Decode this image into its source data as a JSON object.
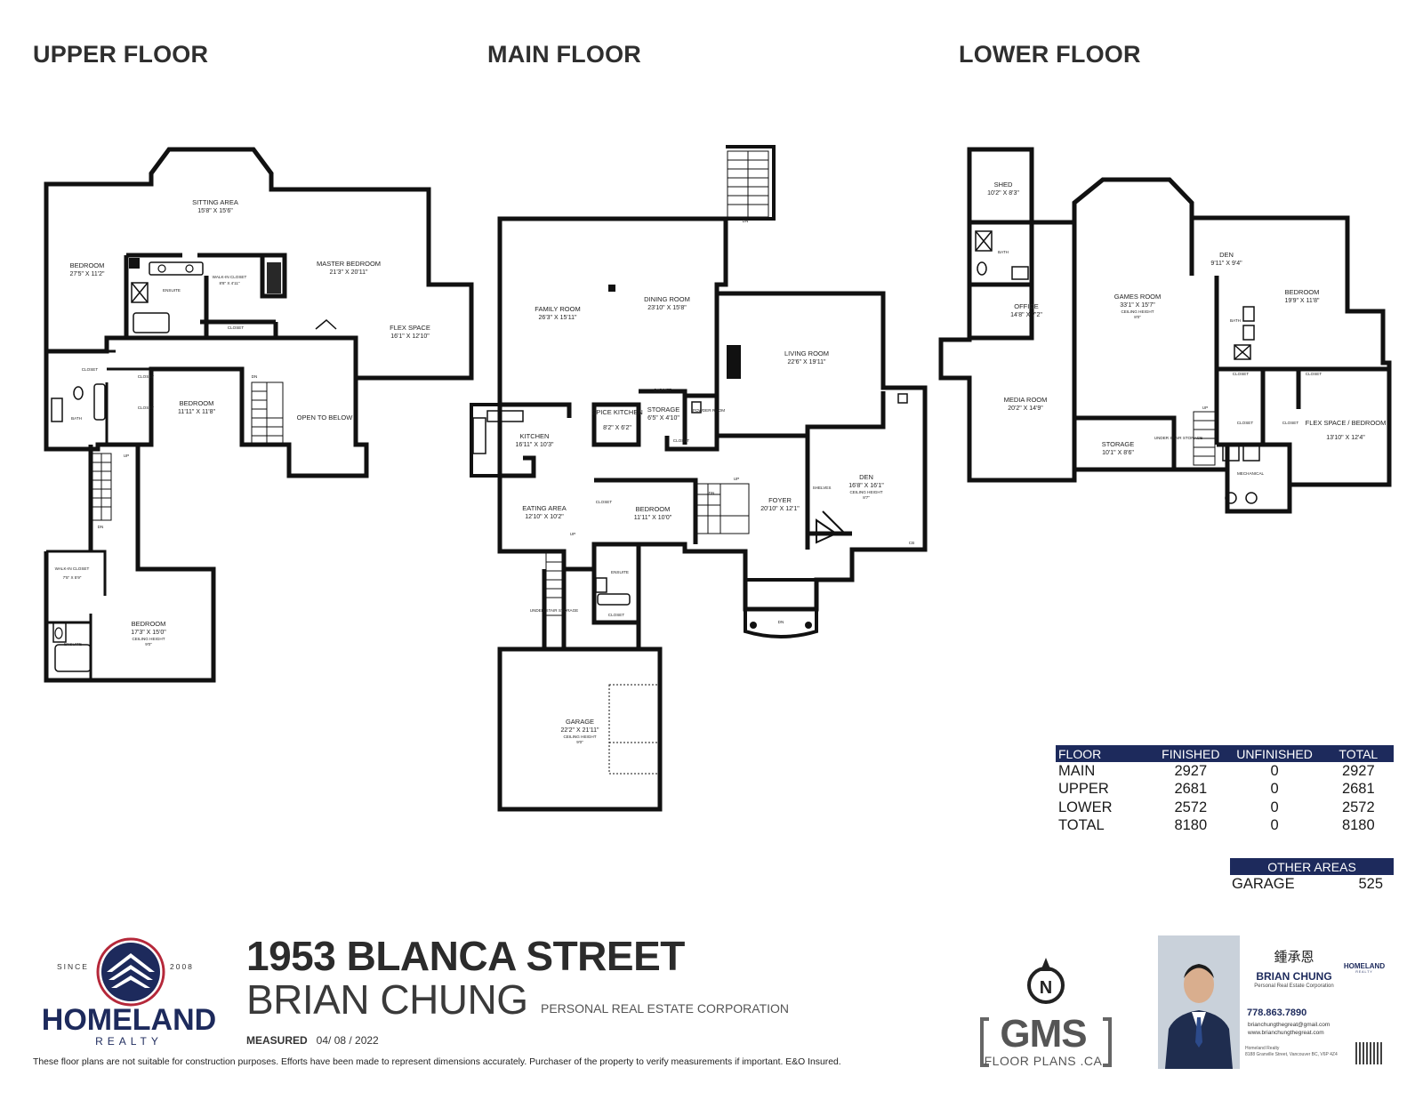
{
  "floor_titles": {
    "upper": "UPPER FLOOR",
    "main": "MAIN FLOOR",
    "lower": "LOWER FLOOR"
  },
  "upper_floor": {
    "sitting_area": {
      "name": "SITTING AREA",
      "dim": "15'8\" X 15'6\""
    },
    "master_bedroom": {
      "name": "MASTER BEDROOM",
      "dim": "21'3\" X 20'11\""
    },
    "bedroom_1": {
      "name": "BEDROOM",
      "dim": "27'5\" X 11'2\""
    },
    "walk_in_closet_1": {
      "name": "WALK-IN CLOSET",
      "dim": "8'8\" X 4'11\""
    },
    "ensuite_1": "ENSUITE",
    "closet_a": "CLOSET",
    "flex_space": {
      "name": "FLEX SPACE",
      "dim": "16'1\" X 12'10\""
    },
    "closet_b": "CLOSET",
    "bath": "BATH",
    "bedroom_2": {
      "name": "BEDROOM",
      "dim": "11'11\" X 11'8\""
    },
    "closet_c": "CLOSET",
    "closet_d": "CLOSET",
    "open_to_below": "OPEN TO BELOW",
    "dn": "DN",
    "up": "UP",
    "dn2": "DN",
    "walk_in_closet_2": {
      "name": "WALK-IN CLOSET",
      "dim": "7'5\" X 5'9\""
    },
    "bedroom_3": {
      "name": "BEDROOM",
      "dim": "17'3\" X 15'0\"",
      "ceiling": "CEILING HEIGHT",
      "ceiling_val": "9'0\""
    },
    "ensuite_2": "ENSUITE"
  },
  "main_floor": {
    "family_room": {
      "name": "FAMILY ROOM",
      "dim": "26'3\" X 15'11\""
    },
    "dining_room": {
      "name": "DINING ROOM",
      "dim": "23'10\" X 15'8\""
    },
    "living_room": {
      "name": "LIVING ROOM",
      "dim": "22'6\" X 19'11\""
    },
    "dn_top": "DN",
    "cabinet": "CABINET",
    "spice_kitchen": {
      "name": "SPICE KITCHEN",
      "dim": "8'2\" X 6'2\""
    },
    "storage": {
      "name": "STORAGE",
      "dim": "6'5\" X 4'10\""
    },
    "powder_room": "POWDER ROOM",
    "closet_a": "CLOSET",
    "kitchen": {
      "name": "KITCHEN",
      "dim": "16'11\" X 10'3\""
    },
    "eating_area": {
      "name": "EATING AREA",
      "dim": "12'10\" X 10'2\""
    },
    "bedroom": {
      "name": "BEDROOM",
      "dim": "11'11\" X 10'0\""
    },
    "closet_b": "CLOSET",
    "foyer": {
      "name": "FOYER",
      "dim": "20'10\" X 12'1\""
    },
    "den": {
      "name": "DEN",
      "dim": "16'8\" X 16'1\"",
      "ceiling": "CEILING HEIGHT",
      "ceiling_val": "8'7\""
    },
    "shelves": "SHELVES",
    "cb": "CB",
    "up1": "UP",
    "dn1": "DN",
    "ensuite": "ENSUITE",
    "closet_c": "CLOSET",
    "under_stair": "UNDER STAIR STORAGE",
    "up2": "UP",
    "dn_front": "DN",
    "garage": {
      "name": "GARAGE",
      "dim": "22'2\" X 21'11\"",
      "ceiling": "CEILING HEIGHT",
      "ceiling_val": "9'0\""
    }
  },
  "lower_floor": {
    "shed": {
      "name": "SHED",
      "dim": "10'2\" X 8'3\""
    },
    "bath_a": "BATH",
    "office": {
      "name": "OFFICE",
      "dim": "14'8\" X 7'2\""
    },
    "games_room": {
      "name": "GAMES ROOM",
      "dim": "33'1\" X 15'7\"",
      "ceiling": "CEILING HEIGHT",
      "ceiling_val": "8'0\""
    },
    "den": {
      "name": "DEN",
      "dim": "9'11\" X 9'4\""
    },
    "bedroom": {
      "name": "BEDROOM",
      "dim": "19'9\" X 11'8\""
    },
    "bath_b": "BATH",
    "media_room": {
      "name": "MEDIA ROOM",
      "dim": "20'2\" X 14'9\""
    },
    "closet_a": "CLOSET",
    "closet_b": "CLOSET",
    "closet_c": "CLOSET",
    "closet_d": "CLOSET",
    "storage": {
      "name": "STORAGE",
      "dim": "10'1\" X 8'6\""
    },
    "under_stair": "UNDER STAIR STORAGE",
    "up": "UP",
    "mechanical": "MECHANICAL",
    "flex_space": {
      "name": "FLEX SPACE / BEDROOM",
      "dim": "13'10\" X 12'4\""
    }
  },
  "area_table": {
    "headers": [
      "FLOOR",
      "FINISHED",
      "UNFINISHED",
      "TOTAL"
    ],
    "rows": [
      [
        "MAIN",
        "2927",
        "0",
        "2927"
      ],
      [
        "UPPER",
        "2681",
        "0",
        "2681"
      ],
      [
        "LOWER",
        "2572",
        "0",
        "2572"
      ],
      [
        "TOTAL",
        "8180",
        "0",
        "8180"
      ]
    ]
  },
  "other_areas": {
    "header": "OTHER AREAS",
    "rows": [
      [
        "GARAGE",
        "525"
      ]
    ]
  },
  "footer": {
    "address": "1953 BLANCA STREET",
    "agent": "BRIAN CHUNG",
    "agent_sub": "PERSONAL REAL ESTATE CORPORATION",
    "measured_label": "MEASURED",
    "measured_date": "04/ 08 / 2022",
    "disclaimer": "These floor plans are not suitable for construction purposes. Efforts have been made to represent dimensions accurately.  Purchaser of the property to verify measurements if important.  E&O Insured."
  },
  "brand": {
    "homeland": "HOMELAND",
    "realty": "REALTY",
    "since": "SINCE",
    "year": "2008",
    "gms": "GMS",
    "gms_sub": "FLOOR PLANS .CA",
    "compass": "N"
  },
  "card": {
    "chinese_name": "鍾承恩",
    "name": "BRIAN CHUNG",
    "title": "Personal Real Estate Corporation",
    "phone": "778.863.7890",
    "email": "brianchungthegreat@gmail.com",
    "web": "www.brianchungthegreat.com",
    "office_name": "Homeland Realty",
    "office_addr": "8188 Granville Street, Vancouver BC, V6P 4Z4",
    "logo": "HOMELAND",
    "logo_sub": "REALTY"
  },
  "colors": {
    "wall": "#111111",
    "brand_navy": "#1d2a5c",
    "brand_red": "#b5283a",
    "header_bg": "#1d2a5c"
  }
}
